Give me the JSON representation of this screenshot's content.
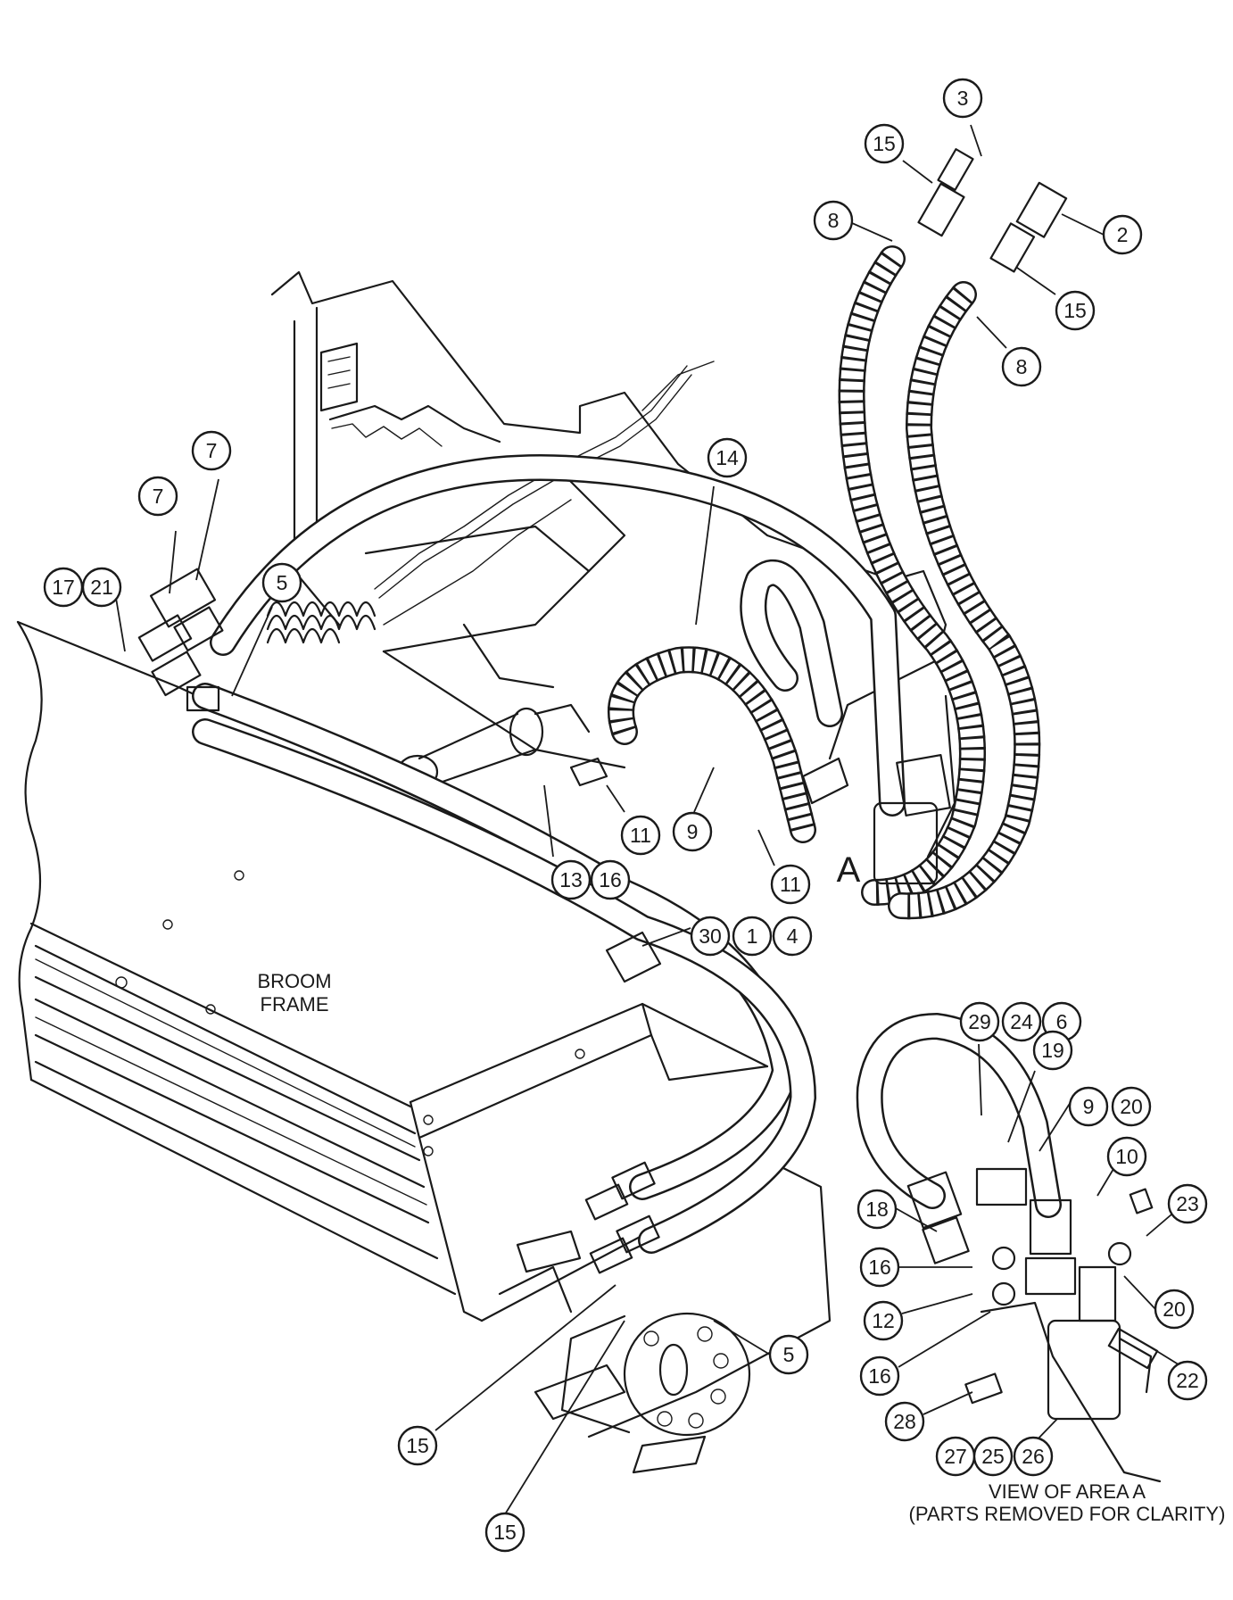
{
  "labels": {
    "broom_frame_1": "BROOM",
    "broom_frame_2": "FRAME",
    "area_marker": "A",
    "view_caption_1": "VIEW OF AREA A",
    "view_caption_2": "(PARTS REMOVED FOR CLARITY)"
  },
  "callouts": {
    "c3": "3",
    "c15a": "15",
    "c8a": "8",
    "c2": "2",
    "c15b": "15",
    "c8b": "8",
    "c7a": "7",
    "c7b": "7",
    "c17": "17",
    "c21": "21",
    "c5a": "5",
    "c14": "14",
    "c11a": "11",
    "c9a": "9",
    "c11b": "11",
    "c13": "13",
    "c16a": "16",
    "c30": "30",
    "c1": "1",
    "c4": "4",
    "c29": "29",
    "c24": "24",
    "c6": "6",
    "c19": "19",
    "c9b": "9",
    "c20a": "20",
    "c10": "10",
    "c23": "23",
    "c18": "18",
    "c16b": "16",
    "c20b": "20",
    "c12": "12",
    "c16c": "16",
    "c22": "22",
    "c28": "28",
    "c27": "27",
    "c25": "25",
    "c26": "26",
    "c5b": "5",
    "c15c": "15",
    "c15d": "15"
  }
}
